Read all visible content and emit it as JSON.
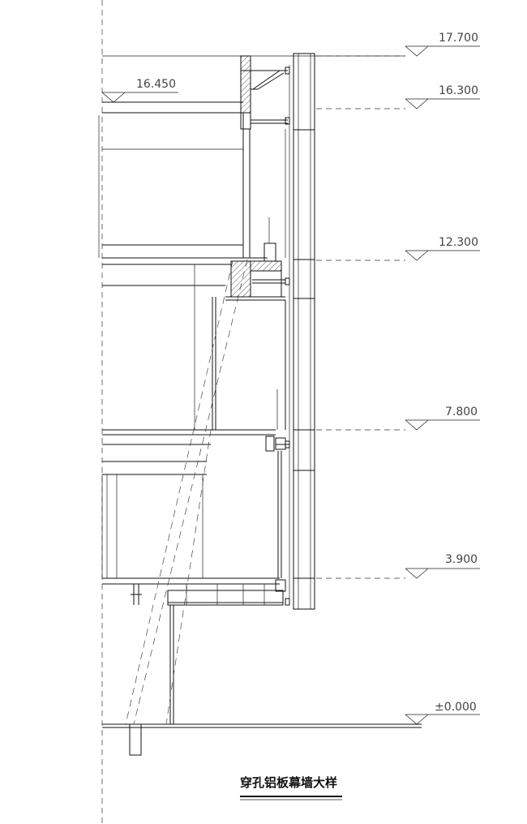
{
  "drawing": {
    "title": "穿孔铝板幕墙大样",
    "levels": [
      {
        "label": "17.700"
      },
      {
        "label": "16.300"
      },
      {
        "label": "16.450"
      },
      {
        "label": "12.300"
      },
      {
        "label": "7.800"
      },
      {
        "label": "3.900"
      },
      {
        "label": "±0.000"
      }
    ]
  }
}
